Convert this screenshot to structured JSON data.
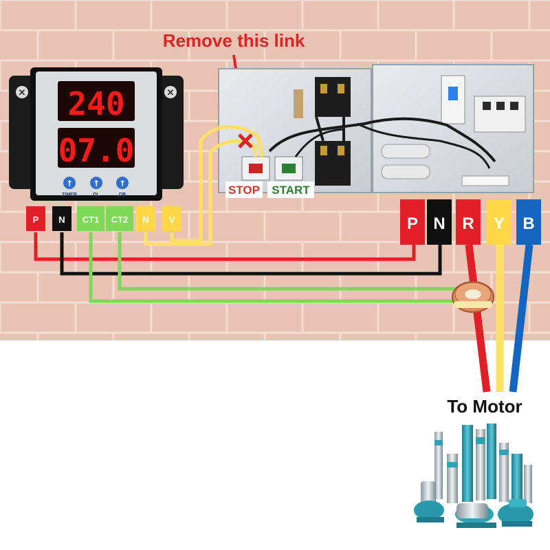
{
  "annotation": {
    "text": "Remove this link",
    "color": "#e02424"
  },
  "meter": {
    "display_top": "240",
    "display_bottom": "07.0",
    "buttons": [
      "TIMER",
      "OL",
      "DR"
    ],
    "terminals": [
      {
        "label": "P",
        "color": "#e21f26"
      },
      {
        "label": "N",
        "color": "#111111"
      },
      {
        "label": "CT1",
        "color": "#7dd957"
      },
      {
        "label": "CT2",
        "color": "#7dd957"
      },
      {
        "label": "N",
        "color": "#ffd84a"
      },
      {
        "label": "V",
        "color": "#ffd84a"
      }
    ]
  },
  "panel": {
    "stop_label": "STOP",
    "start_label": "START",
    "stop_color": "#c0392b",
    "start_color": "#2e7d32"
  },
  "supply_terminals": [
    {
      "label": "P",
      "color": "#e21f26"
    },
    {
      "label": "N",
      "color": "#111111"
    },
    {
      "label": "R",
      "color": "#e21f26"
    },
    {
      "label": "Y",
      "color": "#ffd84a"
    },
    {
      "label": "B",
      "color": "#1565c0"
    }
  ],
  "motor": {
    "label": "To Motor"
  },
  "colors": {
    "wall": "#e9c3b3",
    "mortar": "#f4ddd3",
    "red_wire": "#e21f26",
    "black_wire": "#111111",
    "green_wire": "#7dd957",
    "yellow_wire": "#ffe066",
    "blue_wire": "#1565c0",
    "pump": "#2fa3b5"
  }
}
